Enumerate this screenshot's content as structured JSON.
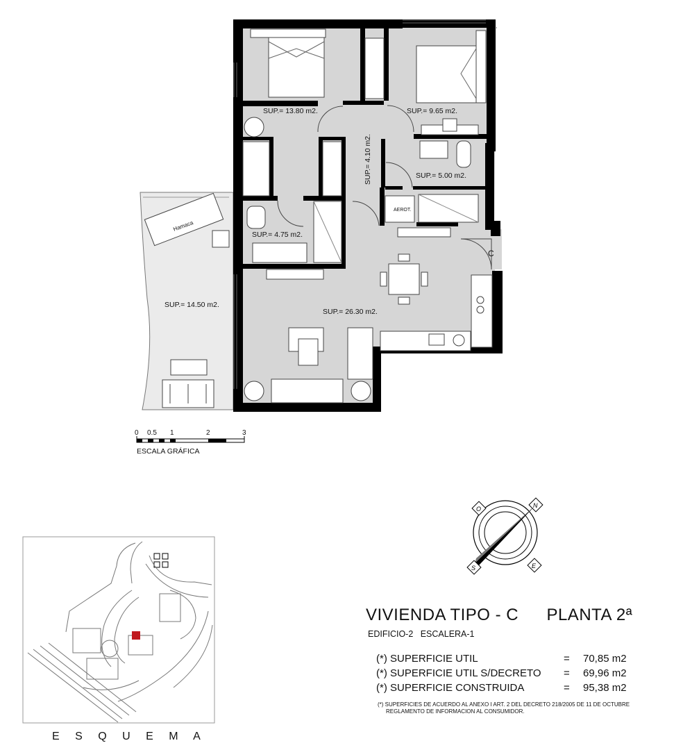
{
  "rooms": {
    "bedroom_main": "SUP.= 13.80 m2.",
    "bedroom_2": "SUP.= 9.65 m2.",
    "hallway": "SUP.= 4.10 m2.",
    "bathroom_2": "SUP.= 5.00 m2.",
    "bathroom_1": "SUP.= 4.75 m2.",
    "living": "SUP.= 26.30 m2.",
    "terrace": "SUP.= 14.50 m2."
  },
  "labels": {
    "hamaca": "Hamaca",
    "aerot": "AEROT.",
    "entry": "C"
  },
  "scale": {
    "ticks": [
      "0",
      "0.5",
      "1",
      "2",
      "3"
    ],
    "label": "ESCALA GRÁFICA"
  },
  "compass": {
    "n": "N",
    "s": "S",
    "e": "E",
    "o": "O"
  },
  "title": {
    "type": "VIVIENDA TIPO - C",
    "floor": "PLANTA 2ª",
    "building": "EDIFICIO-2   ESCALERA-1"
  },
  "surfaces": [
    {
      "label": "(*) SUPERFICIE  UTIL",
      "eq": "=",
      "value": "70,85 m2"
    },
    {
      "label": "(*) SUPERFICIE  UTIL S/DECRETO",
      "eq": "=",
      "value": "69,96 m2"
    },
    {
      "label": "(*) SUPERFICIE  CONSTRUIDA",
      "eq": "=",
      "value": "95,38 m2"
    }
  ],
  "note": {
    "line1": "(*) SUPERFICIES DE ACUERDO AL ANEXO I ART. 2 DEL DECRETO 218/2005 DE 11 DE OCTUBRE",
    "line2": "REGLAMENTO DE INFORMACION AL CONSUMIDOR."
  },
  "schema": {
    "label": "E S Q U E M A"
  },
  "colors": {
    "floor": "#d7d7d7",
    "wall": "#000000",
    "terrace": "#ebebeb",
    "highlight": "#c0191f"
  }
}
